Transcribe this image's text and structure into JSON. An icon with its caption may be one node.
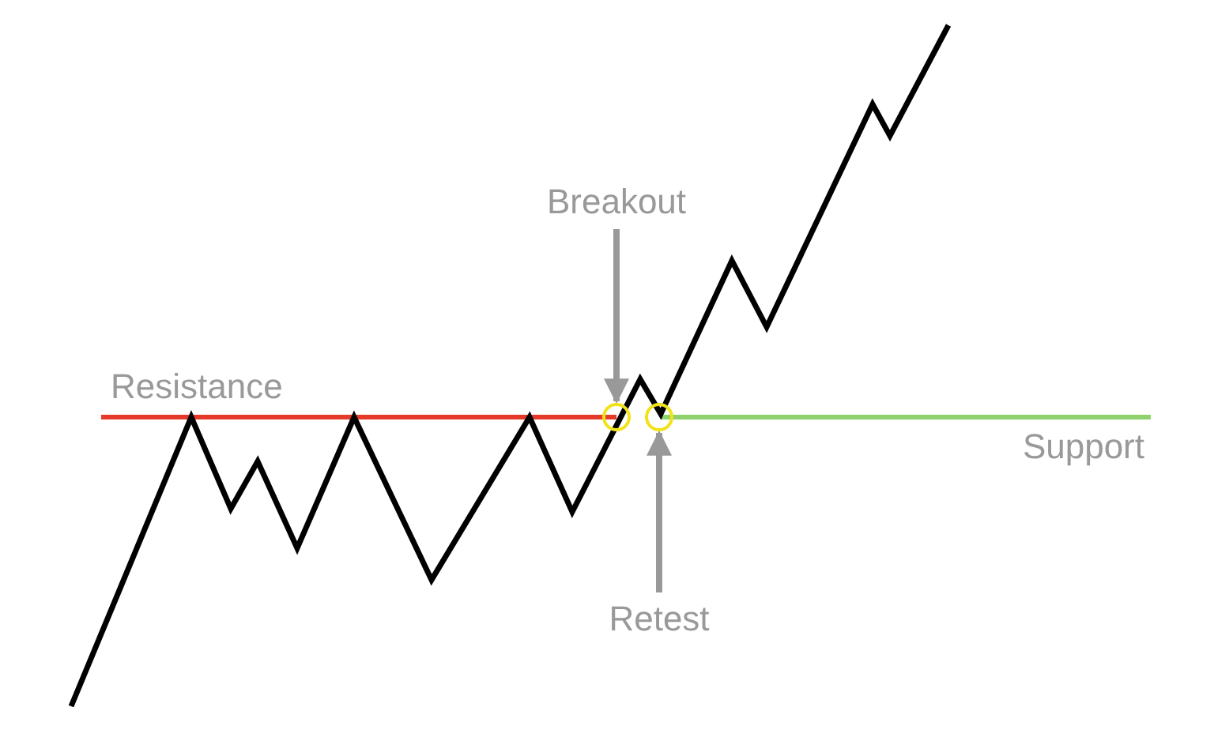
{
  "diagram": {
    "nodes": [
      {
        "text": [
          "Breakout"
        ]
      },
      {
        "text": [],
        "shape": "circle"
      },
      {
        "text": [],
        "shape": "circle"
      },
      {
        "text": [
          "Retest"
        ]
      }
    ],
    "edges": [
      {
        "from": 0,
        "to": 1,
        "arrow": "to"
      },
      {
        "from": 3,
        "to": 2,
        "arrow": "to"
      }
    ],
    "labels": [
      "Resistance",
      "Support"
    ]
  }
}
